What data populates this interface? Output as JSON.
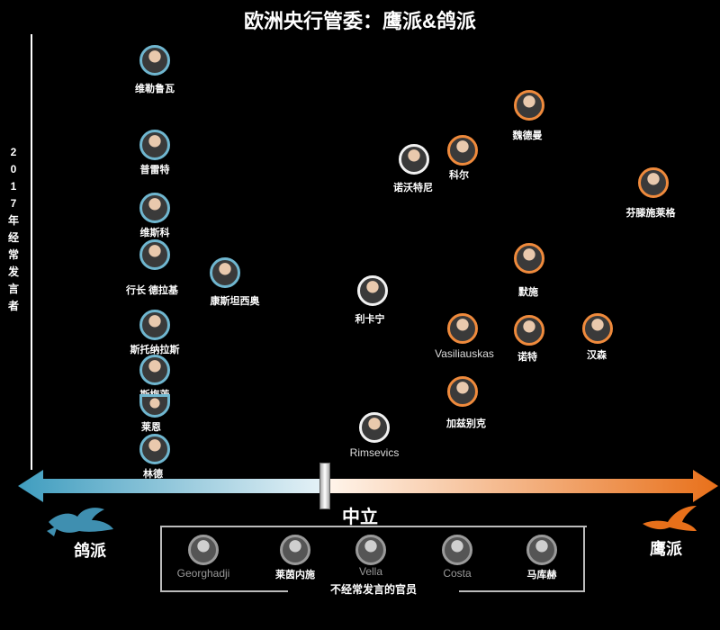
{
  "title": "欧洲央行管委：鹰派&鸽派",
  "vertical_label": "2017年经常发言者",
  "scale": {
    "left": "鸽派",
    "center": "中立",
    "right": "鹰派"
  },
  "frequent_speakers": [
    {
      "name": "维勒鲁瓦",
      "stance": "dove"
    },
    {
      "name": "普雷特",
      "stance": "dove"
    },
    {
      "name": "维斯科",
      "stance": "dove"
    },
    {
      "name": "行长 德拉基",
      "stance": "dove"
    },
    {
      "name": "斯托纳拉斯",
      "stance": "dove"
    },
    {
      "name": "斯梅茨",
      "stance": "dove"
    },
    {
      "name": "莱恩",
      "stance": "dove"
    },
    {
      "name": "林德",
      "stance": "dove"
    },
    {
      "name": "康斯坦西奥",
      "stance": "dove"
    },
    {
      "name": "利卡宁",
      "stance": "neutral"
    },
    {
      "name": "Rimsevics",
      "stance": "neutral"
    },
    {
      "name": "诺沃特尼",
      "stance": "neutral"
    },
    {
      "name": "科尔",
      "stance": "hawk"
    },
    {
      "name": "魏德曼",
      "stance": "hawk"
    },
    {
      "name": "芬滕施莱格",
      "stance": "hawk"
    },
    {
      "name": "默施",
      "stance": "hawk"
    },
    {
      "name": "Vasiliauskas",
      "stance": "hawk"
    },
    {
      "name": "诺特",
      "stance": "hawk"
    },
    {
      "name": "汉森",
      "stance": "hawk"
    },
    {
      "name": "加兹别克",
      "stance": "hawk"
    }
  ],
  "infrequent": {
    "label": "不经常发言的官员",
    "members": [
      {
        "name": "Georghadji"
      },
      {
        "name": "莱茵内施"
      },
      {
        "name": "Vella"
      },
      {
        "name": "Costa"
      },
      {
        "name": "马库赫"
      }
    ]
  },
  "colors": {
    "dove": "#4fa3c4",
    "neutral": "#ffffff",
    "hawk": "#e8701a",
    "background": "#000000"
  }
}
